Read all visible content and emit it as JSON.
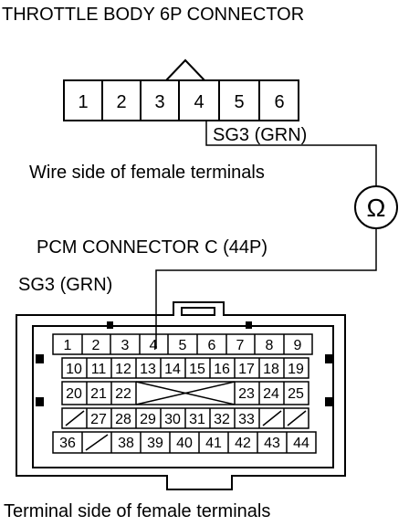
{
  "title": "THROTTLE BODY 6P CONNECTOR",
  "throttle_pins": [
    "1",
    "2",
    "3",
    "4",
    "5",
    "6"
  ],
  "throttle_wire_label": "SG3 (GRN)",
  "throttle_view_label": "Wire side of female terminals",
  "meter_symbol": "Ω",
  "pcm_title": "PCM CONNECTOR C (44P)",
  "pcm_wire_label": "SG3 (GRN)",
  "pcm_row1": [
    "1",
    "2",
    "3",
    "4",
    "5",
    "6",
    "7",
    "8",
    "9"
  ],
  "pcm_row2": [
    "10",
    "11",
    "12",
    "13",
    "14",
    "15",
    "16",
    "17",
    "18",
    "19"
  ],
  "pcm_row3": [
    "20",
    "21",
    "22",
    "23",
    "24",
    "25"
  ],
  "pcm_row4": [
    "27",
    "28",
    "29",
    "30",
    "31",
    "32",
    "33"
  ],
  "pcm_row5": [
    "36",
    "38",
    "39",
    "40",
    "41",
    "42",
    "43",
    "44"
  ],
  "pcm_view_label": "Terminal side of female terminals"
}
